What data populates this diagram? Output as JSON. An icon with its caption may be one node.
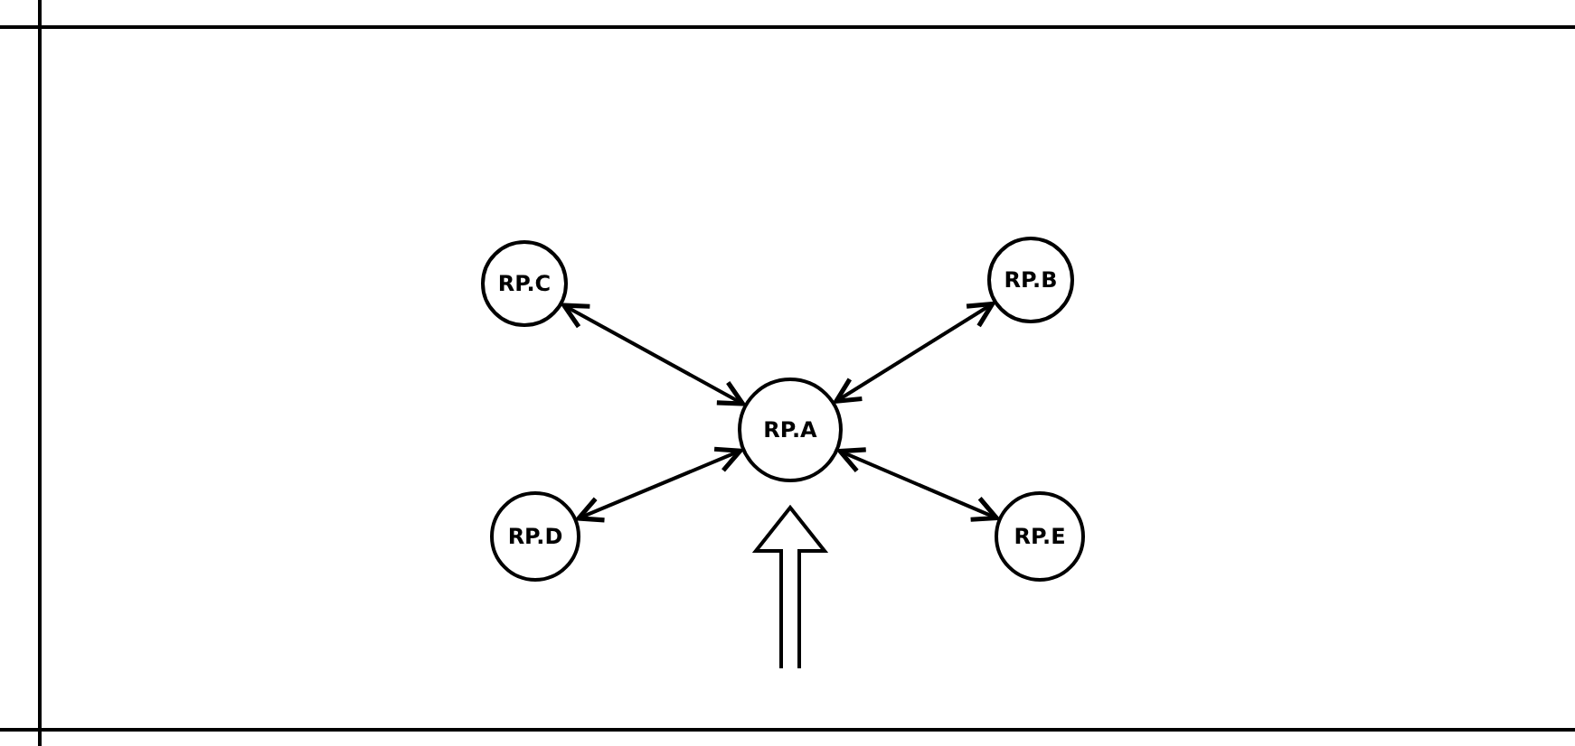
{
  "diagram": {
    "nodes": [
      {
        "text": [
          "RP.C"
        ]
      },
      {
        "text": [
          "RP.B"
        ]
      },
      {
        "text": [
          "RP.A"
        ]
      },
      {
        "text": [
          "RP.D"
        ]
      },
      {
        "text": [
          "RP.E"
        ]
      }
    ],
    "edges": [
      {
        "from": 2,
        "to": 0,
        "arrow": "both"
      },
      {
        "from": 2,
        "to": 1,
        "arrow": "both"
      },
      {
        "from": 2,
        "to": 3,
        "arrow": "both"
      },
      {
        "from": 2,
        "to": 4,
        "arrow": "both"
      }
    ]
  }
}
